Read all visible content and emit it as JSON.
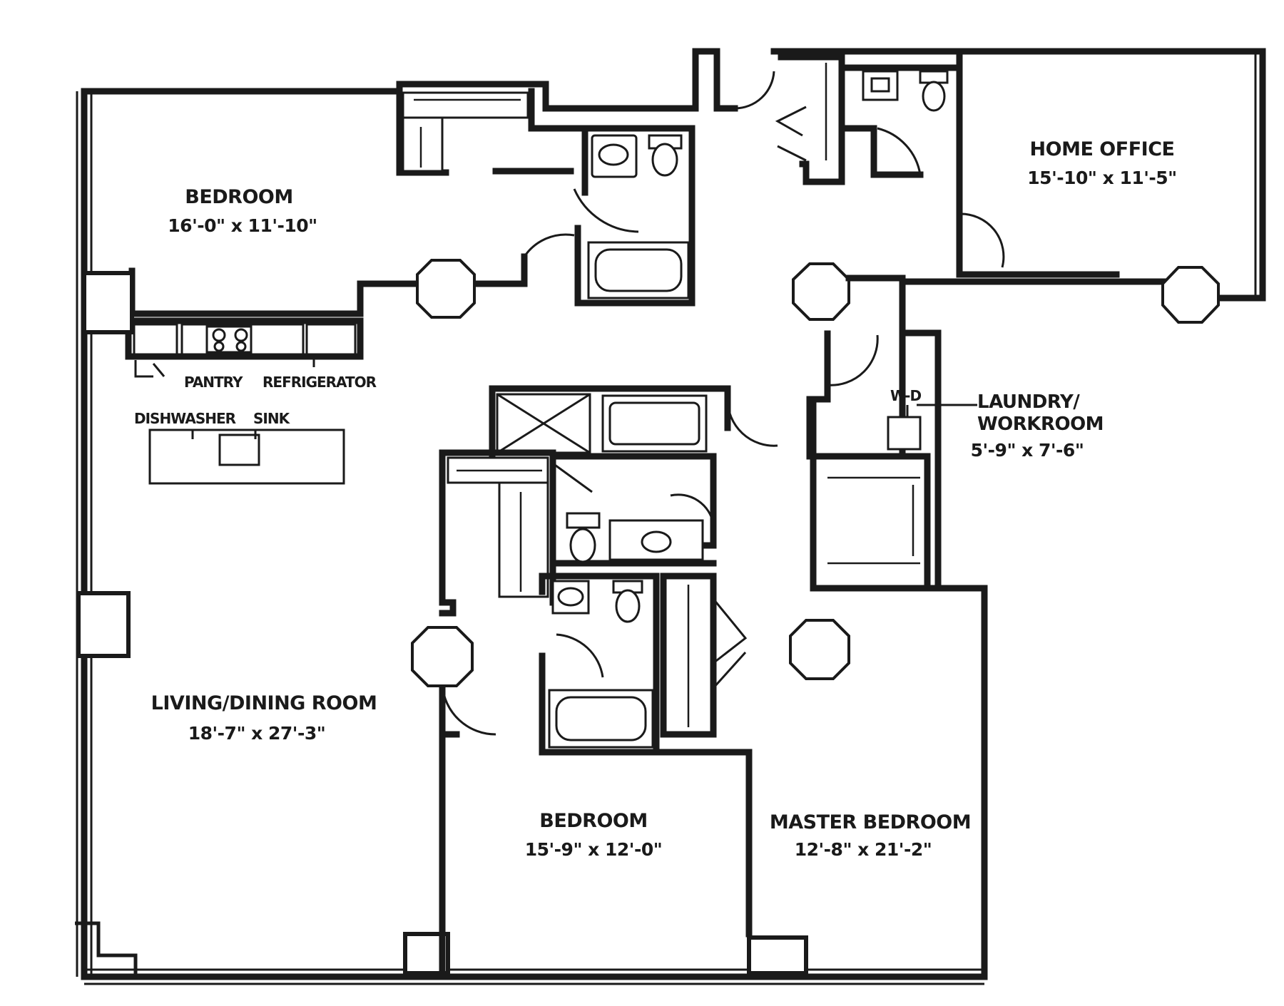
{
  "rooms": {
    "bedroom_nw": {
      "name": "BEDROOM",
      "dims": "16'-0\" x 11'-10\""
    },
    "home_office": {
      "name": "HOME OFFICE",
      "dims": "15'-10\" x 11'-5\""
    },
    "living_dining": {
      "name": "LIVING/DINING ROOM",
      "dims": "18'-7\" x 27'-3\""
    },
    "laundry": {
      "name_line1": "LAUNDRY/",
      "name_line2": "WORKROOM",
      "dims": "5'-9\" x 7'-6\""
    },
    "bedroom_s": {
      "name": "BEDROOM",
      "dims": "15'-9\" x 12'-0\""
    },
    "master_bedroom": {
      "name": "MASTER BEDROOM",
      "dims": "12'-8\" x 21'-2\""
    }
  },
  "fixtures": {
    "pantry": "PANTRY",
    "refrigerator": "REFRIGERATOR",
    "dishwasher": "DISHWASHER",
    "sink": "SINK",
    "washer_dryer": "W-D"
  }
}
